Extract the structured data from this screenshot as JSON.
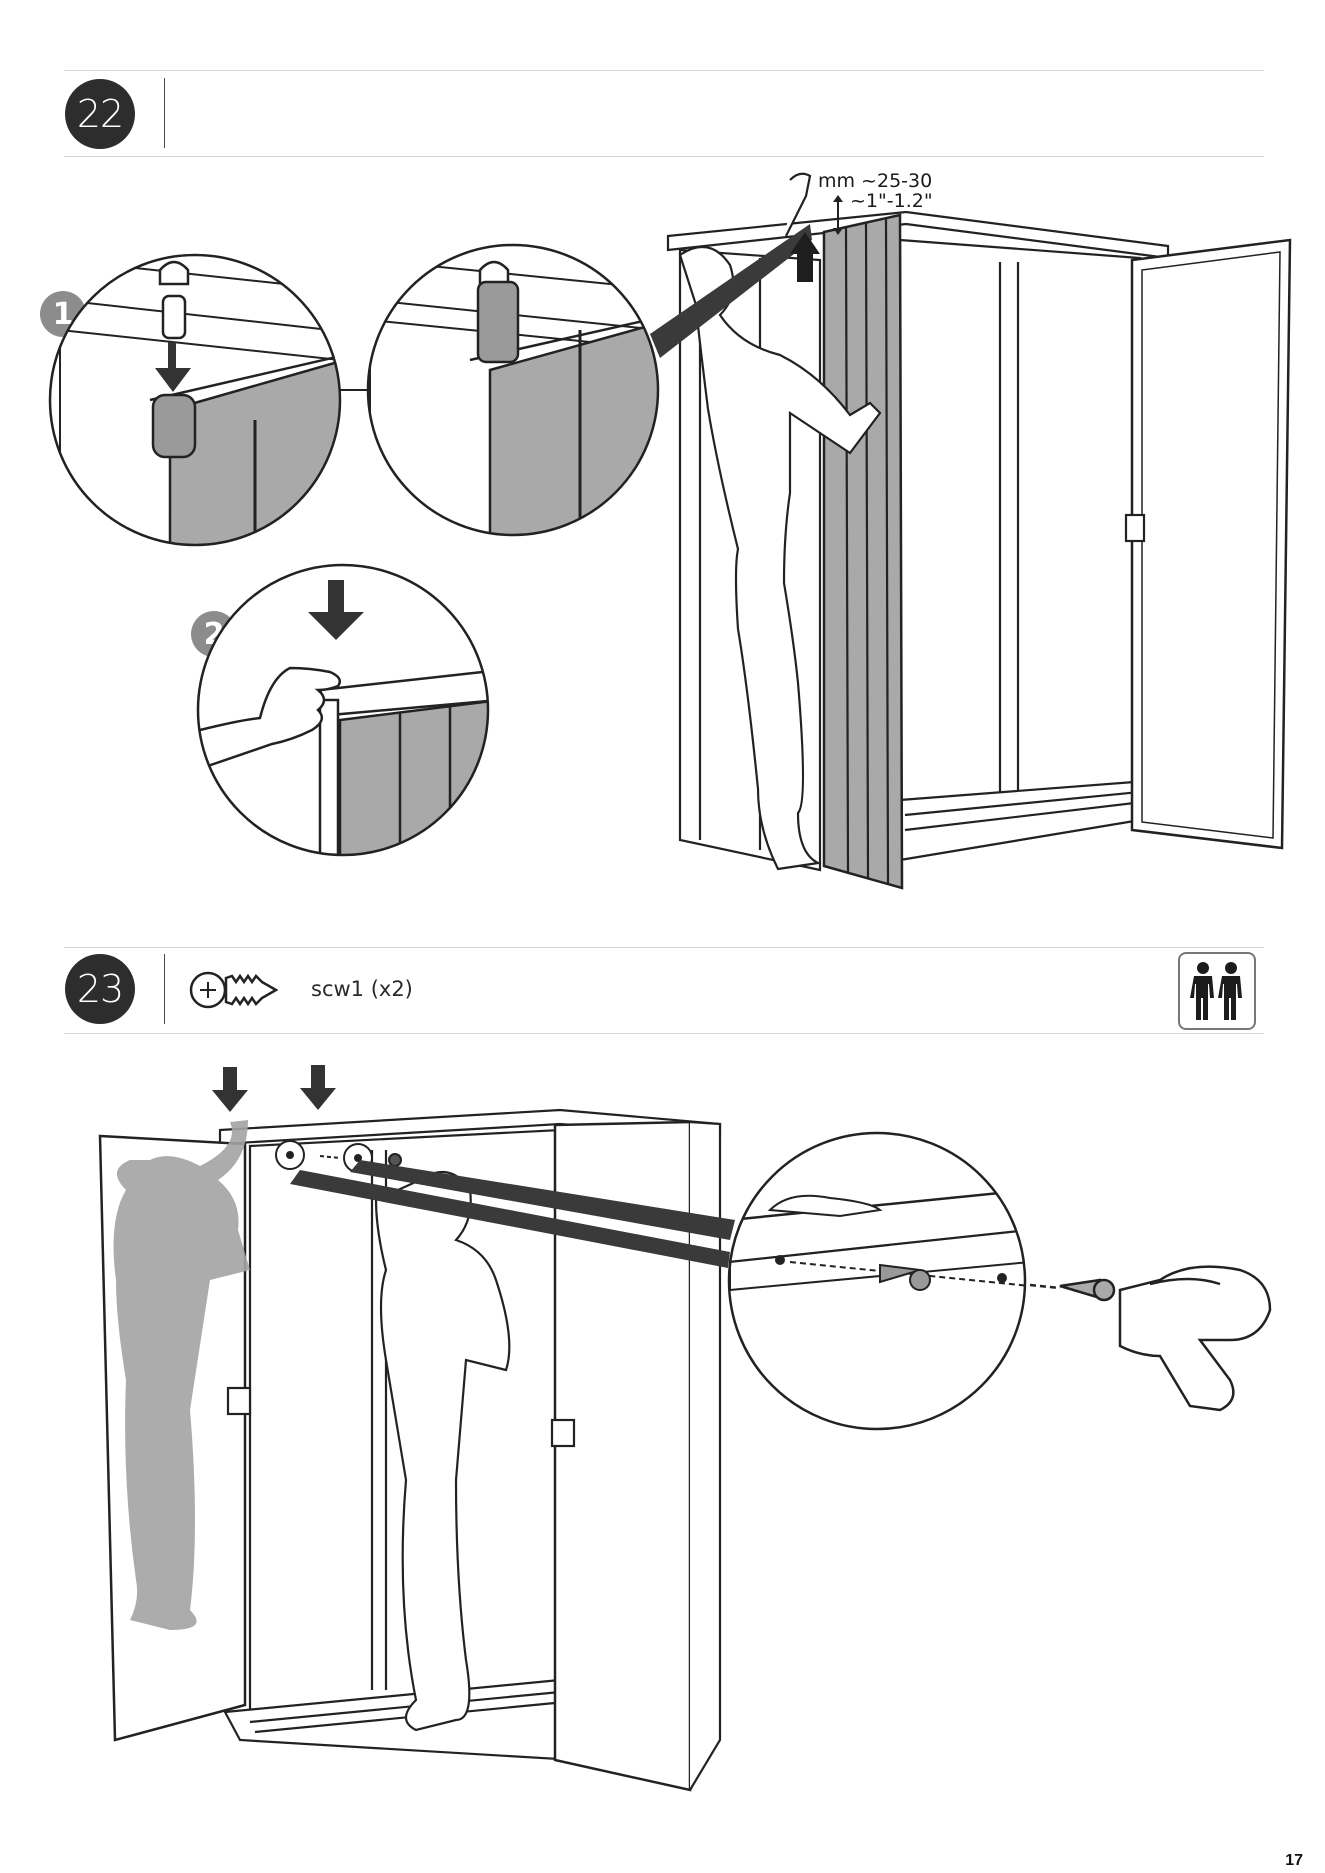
{
  "step22": {
    "number": "22",
    "measurement_mm": "mm ~25-30",
    "measurement_in": "~1\"-1.2\"",
    "detail_badges": [
      "1",
      "2"
    ]
  },
  "step23": {
    "number": "23",
    "part_label": "scw1 (x2)",
    "icons": [
      "screw-icon",
      "two-person-icon"
    ]
  },
  "page_number": "17",
  "colors": {
    "badge": "#2d2d2d",
    "panel_gray": "#a9a9a9",
    "light_gray": "#d0d0d0",
    "arrow": "#3a3a3a"
  }
}
